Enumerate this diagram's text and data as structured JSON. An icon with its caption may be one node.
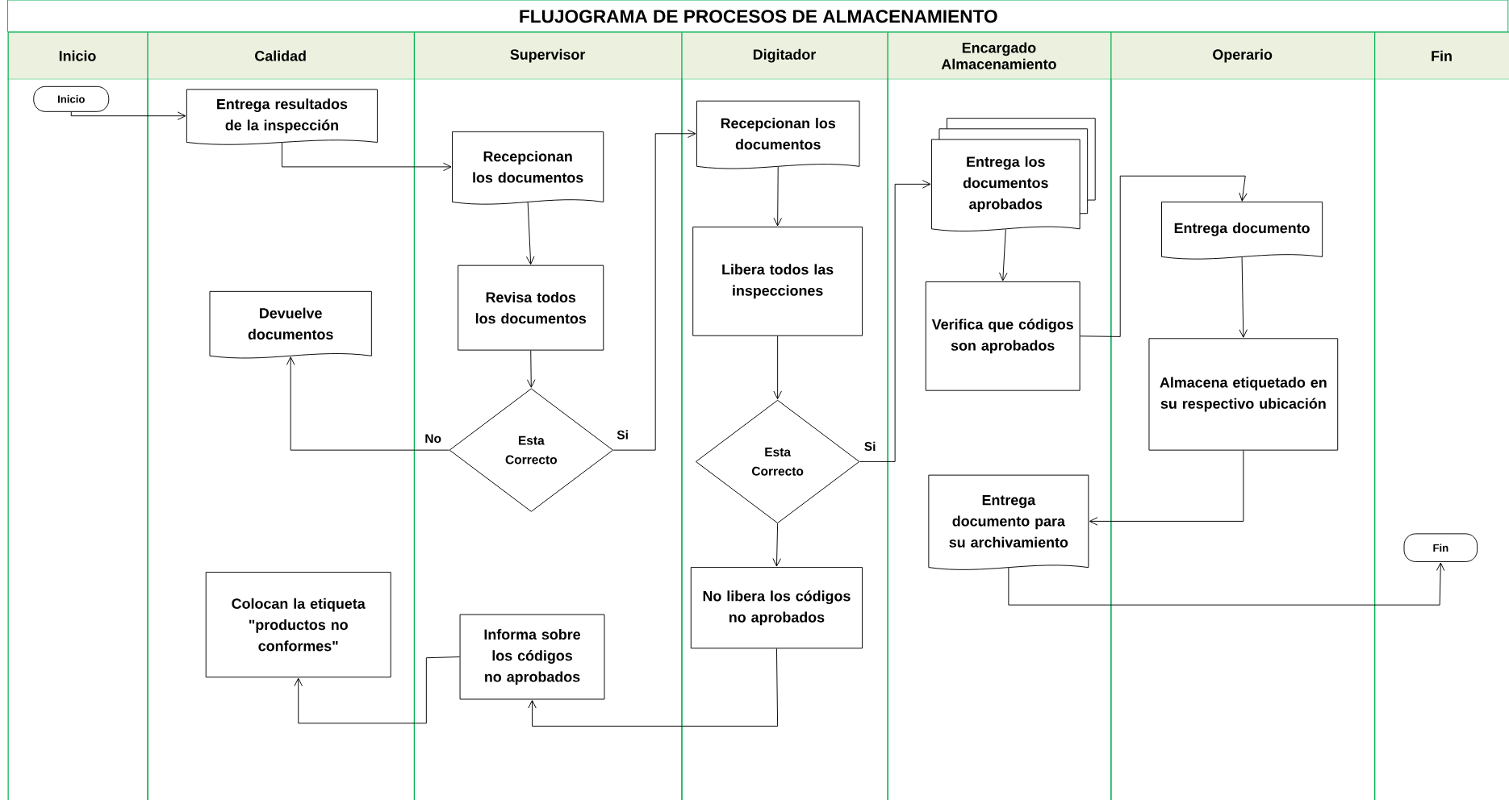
{
  "diagram": {
    "title": "FLUJOGRAMA DE PROCESOS DE ALMACENAMIENTO",
    "nodes": [
      {
        "text": [
          "Inicio"
        ]
      },
      {
        "text": [
          "Calidad"
        ]
      },
      {
        "text": [
          "Supervisor"
        ]
      },
      {
        "text": [
          "Digitador"
        ]
      },
      {
        "text": [
          "Encargado Almacenamiento"
        ]
      },
      {
        "text": [
          "Operario"
        ]
      },
      {
        "text": [
          "Fin"
        ]
      },
      {
        "text": [
          "Inicio"
        ],
        "in": 0
      },
      {
        "text": [
          "Entrega resultados de la inspección"
        ],
        "in": 1
      },
      {
        "text": [
          "Recepcionan los documentos"
        ],
        "in": 2
      },
      {
        "text": [
          "Revisa todos los documentos"
        ],
        "in": 2
      },
      {
        "text": [
          "Devuelve documentos"
        ],
        "in": 1
      },
      {
        "text": [
          "Esta Correcto"
        ],
        "in": 2
      },
      {
        "text": [
          "Recepcionan los documentos"
        ],
        "in": 3
      },
      {
        "text": [
          "Libera todos las inspecciones"
        ],
        "in": 3
      },
      {
        "text": [
          "Esta Correcto"
        ],
        "in": 3
      },
      {
        "text": [
          "No libera los códigos no aprobados"
        ],
        "in": 3
      },
      {
        "text": [
          "Informa sobre los códigos no aprobados"
        ],
        "in": 2
      },
      {
        "text": [
          "Colocan la etiqueta \"productos no conformes\""
        ],
        "in": 1
      },
      {
        "text": [
          "Entrega los documentos aprobados"
        ],
        "in": 4
      },
      {
        "text": [
          "Verifica que códigos son aprobados"
        ],
        "in": 4
      },
      {
        "text": [
          "Entrega documento"
        ],
        "in": 5
      },
      {
        "text": [
          "Almacena etiquetado en su respectivo ubicación"
        ],
        "in": 5
      },
      {
        "text": [
          "Entrega documento para su archivamiento"
        ],
        "in": 4
      },
      {
        "text": [
          "Fin"
        ],
        "in": 6
      }
    ],
    "edges": [
      {
        "from": 7,
        "to": 8,
        "arrow": "to"
      },
      {
        "from": 8,
        "to": 9,
        "arrow": "to"
      },
      {
        "from": 9,
        "to": 10,
        "arrow": "to"
      },
      {
        "from": 10,
        "to": 12,
        "arrow": "to"
      },
      {
        "from": 12,
        "to": 11,
        "arrow": "to",
        "label": "No"
      },
      {
        "from": 12,
        "to": 13,
        "arrow": "to",
        "label": "Si"
      },
      {
        "from": 13,
        "to": 14,
        "arrow": "to"
      },
      {
        "from": 14,
        "to": 15,
        "arrow": "to"
      },
      {
        "from": 15,
        "to": 19,
        "arrow": "to",
        "label": "Si"
      },
      {
        "from": 15,
        "to": 16,
        "arrow": "to"
      },
      {
        "from": 16,
        "to": 17,
        "arrow": "to"
      },
      {
        "from": 17,
        "to": 18,
        "arrow": "to"
      },
      {
        "from": 19,
        "to": 20,
        "arrow": "to"
      },
      {
        "from": 20,
        "to": 21,
        "arrow": "to"
      },
      {
        "from": 21,
        "to": 22,
        "arrow": "to"
      },
      {
        "from": 22,
        "to": 23,
        "arrow": "to"
      },
      {
        "from": 23,
        "to": 24,
        "arrow": "to"
      }
    ]
  }
}
